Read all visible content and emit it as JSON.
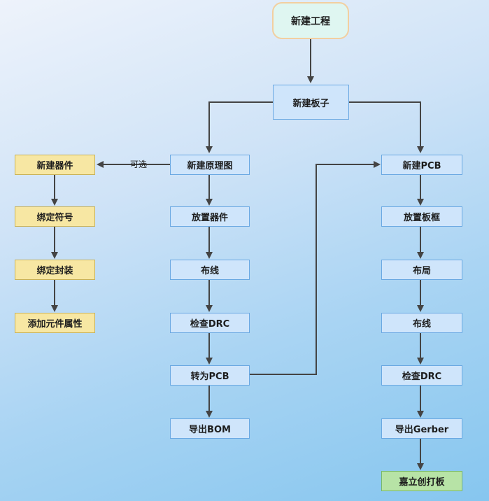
{
  "start": "新建工程",
  "board": "新建板子",
  "optional_label": "可选",
  "component_branch": [
    "新建器件",
    "绑定符号",
    "绑定封装",
    "添加元件属性"
  ],
  "schematic_branch": [
    "新建原理图",
    "放置器件",
    "布线",
    "检查DRC",
    "转为PCB",
    "导出BOM"
  ],
  "pcb_branch": [
    "新建PCB",
    "放置板框",
    "布局",
    "布线",
    "检查DRC",
    "导出Gerber",
    "嘉立创打板"
  ],
  "colors": {
    "process_fill": "#cfe5fb",
    "component_fill": "#f7e7a3",
    "final_fill": "#b7e3a6",
    "start_fill": "#dff6f1",
    "start_border": "#f2cfa0",
    "connector": "#444444"
  }
}
